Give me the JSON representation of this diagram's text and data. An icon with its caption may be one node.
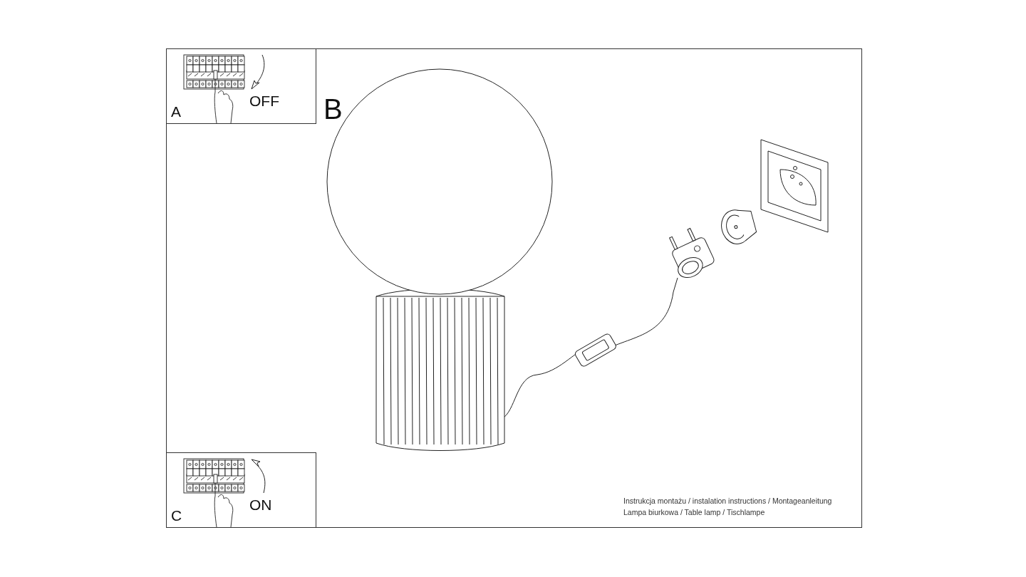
{
  "diagram": {
    "nodes": [
      {
        "text": [
          "A",
          "OFF"
        ]
      },
      {
        "text": [
          "C",
          "ON"
        ]
      }
    ],
    "labels": [
      "B",
      "Instrukcja montażu / instalation instructions / Montageanleitung",
      "Lampa biurkowa / Table lamp / Tischlampe"
    ]
  }
}
